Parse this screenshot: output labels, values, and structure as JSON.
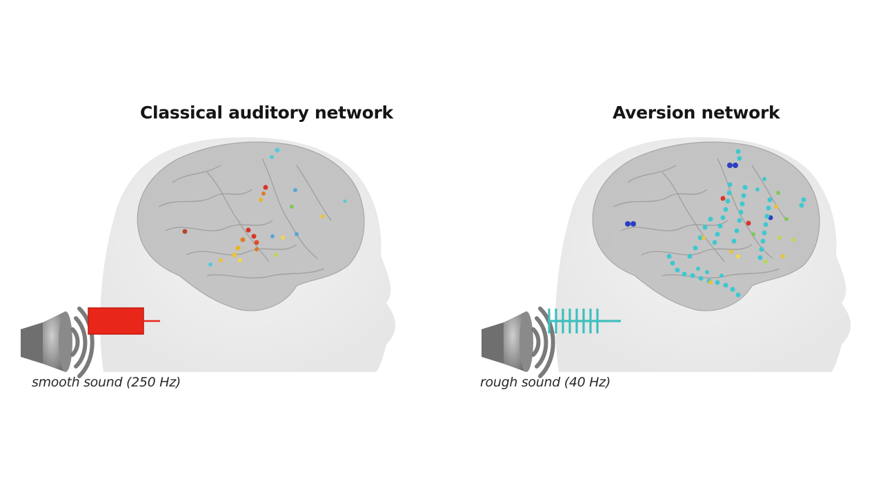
{
  "panels": [
    {
      "title": "Classical auditory network",
      "caption": "smooth sound (250 Hz)"
    },
    {
      "title": "Aversion network",
      "caption": "rough sound (40 Hz)"
    }
  ],
  "colors": {
    "smooth_waveform": "#e8261a",
    "rough_waveform": "#3fbfbf",
    "brain": "#b9b9b9",
    "head": "#ececec",
    "speaker": "#8a8a8a"
  }
}
